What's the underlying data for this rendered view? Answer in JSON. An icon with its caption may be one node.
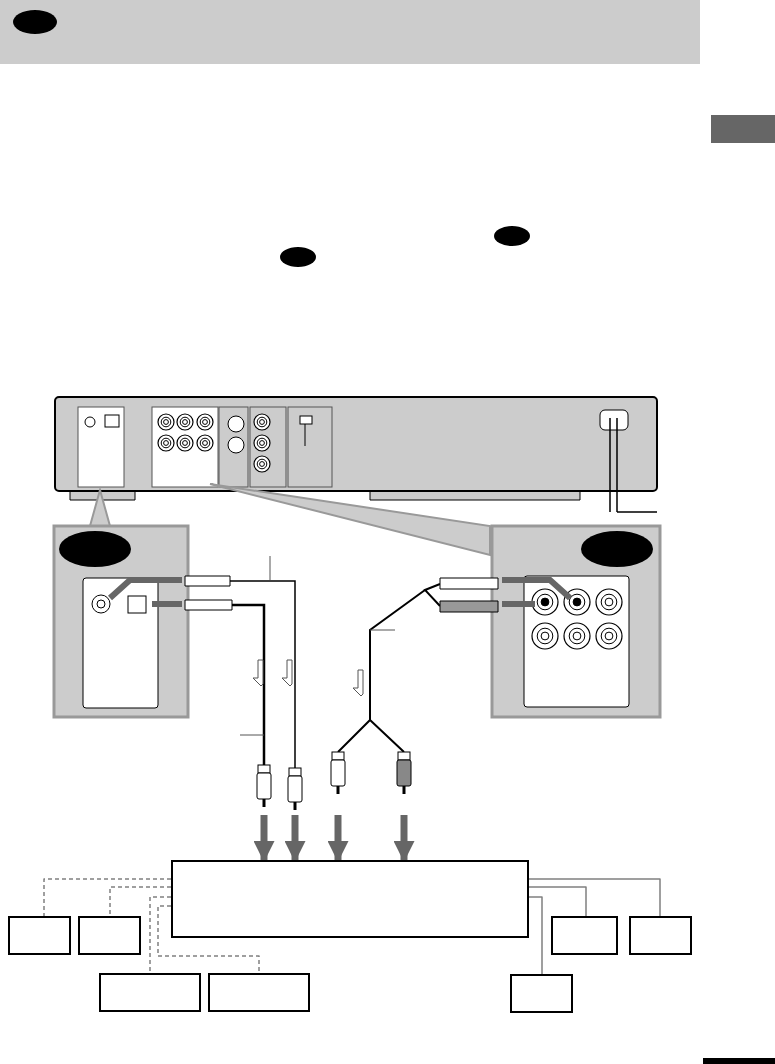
{
  "diagram": {
    "nodes": [
      {
        "text": [],
        "shape": "box"
      },
      {
        "text": [],
        "shape": "box"
      },
      {
        "text": [],
        "shape": "box"
      },
      {
        "text": [],
        "shape": "box"
      },
      {
        "text": [],
        "shape": "box"
      },
      {
        "text": [],
        "shape": "box"
      },
      {
        "text": [],
        "shape": "box"
      },
      {
        "text": [],
        "shape": "box"
      }
    ],
    "edges": [
      {
        "from": 0,
        "to": 1,
        "arrow": "none",
        "style": "dashed"
      },
      {
        "from": 0,
        "to": 2,
        "arrow": "none",
        "style": "dashed"
      },
      {
        "from": 0,
        "to": 3,
        "arrow": "none",
        "style": "dashed"
      },
      {
        "from": 0,
        "to": 4,
        "arrow": "none",
        "style": "dashed"
      },
      {
        "from": 0,
        "to": 5,
        "arrow": "none"
      },
      {
        "from": 0,
        "to": 6,
        "arrow": "none"
      },
      {
        "from": 0,
        "to": 7,
        "arrow": "none"
      },
      {
        "from": null,
        "to": 0,
        "arrow": "to",
        "style": "thick",
        "color": "#666666"
      },
      {
        "from": null,
        "to": 0,
        "arrow": "to",
        "style": "thick",
        "color": "#666666"
      },
      {
        "from": null,
        "to": 0,
        "arrow": "to",
        "style": "thick",
        "color": "#666666"
      },
      {
        "from": null,
        "to": 0,
        "arrow": "to",
        "style": "thick",
        "color": "#666666"
      }
    ]
  }
}
